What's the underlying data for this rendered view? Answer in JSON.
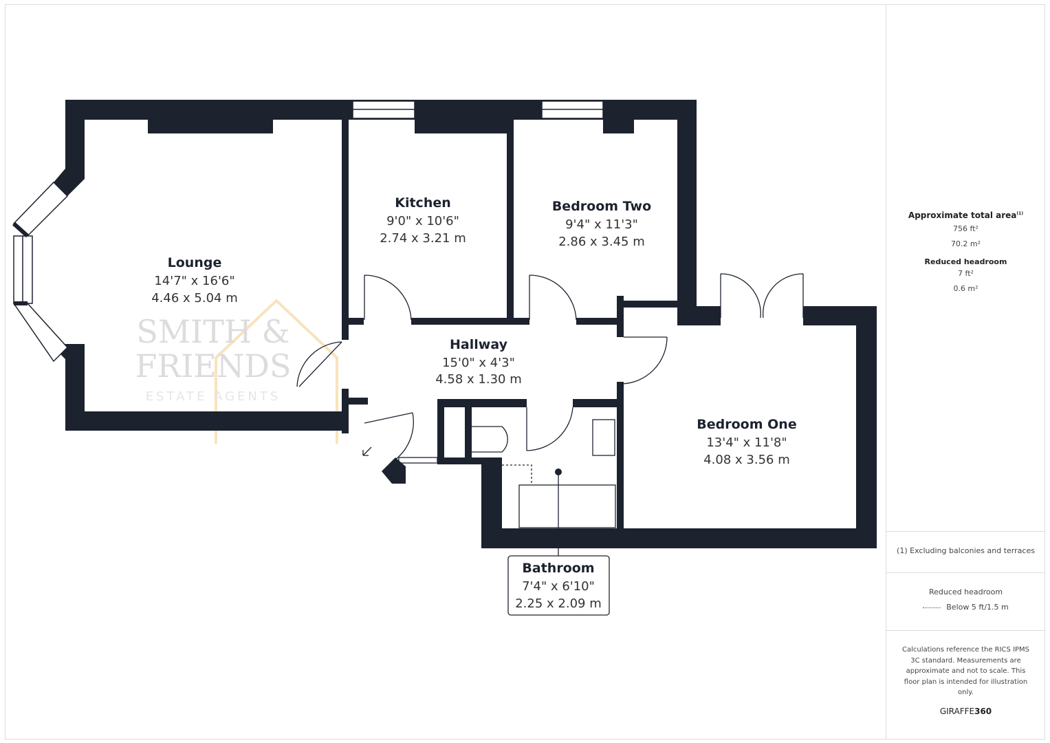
{
  "rooms": [
    {
      "name": "Lounge",
      "imperial": "14'7\" x 16'6\"",
      "metric": "4.46 x 5.04 m"
    },
    {
      "name": "Kitchen",
      "imperial": "9'0\" x 10'6\"",
      "metric": "2.74 x 3.21 m"
    },
    {
      "name": "Bedroom Two",
      "imperial": "9'4\" x 11'3\"",
      "metric": "2.86 x 3.45 m"
    },
    {
      "name": "Hallway",
      "imperial": "15'0\" x 4'3\"",
      "metric": "4.58 x 1.30 m"
    },
    {
      "name": "Bedroom One",
      "imperial": "13'4\" x 11'8\"",
      "metric": "4.08 x 3.56 m"
    },
    {
      "name": "Bathroom",
      "imperial": "7'4\" x 6'10\"",
      "metric": "2.25 x 2.09 m"
    }
  ],
  "watermark": {
    "line1": "SMITH &",
    "line2": "FRIENDS",
    "line3": "ESTATE AGENTS"
  },
  "side": {
    "total_label": "Approximate total area",
    "total_sup": "(1)",
    "total_ft": "756 ft²",
    "total_m": "70.2 m²",
    "reduced_label": "Reduced headroom",
    "reduced_ft": "7 ft²",
    "reduced_m": "0.6 m²",
    "footnote": "(1) Excluding balconies and terraces",
    "legend_title": "Reduced headroom",
    "legend_item": "Below 5 ft/1.5 m",
    "disclaimer": "Calculations reference the RICS IPMS 3C standard. Measurements are approximate and not to scale. This floor plan is intended for illustration only.",
    "brand_a": "GIRAFFE",
    "brand_b": "360"
  },
  "colors": {
    "wall": "#1c222e",
    "watermark_house": "#f5c77a"
  }
}
